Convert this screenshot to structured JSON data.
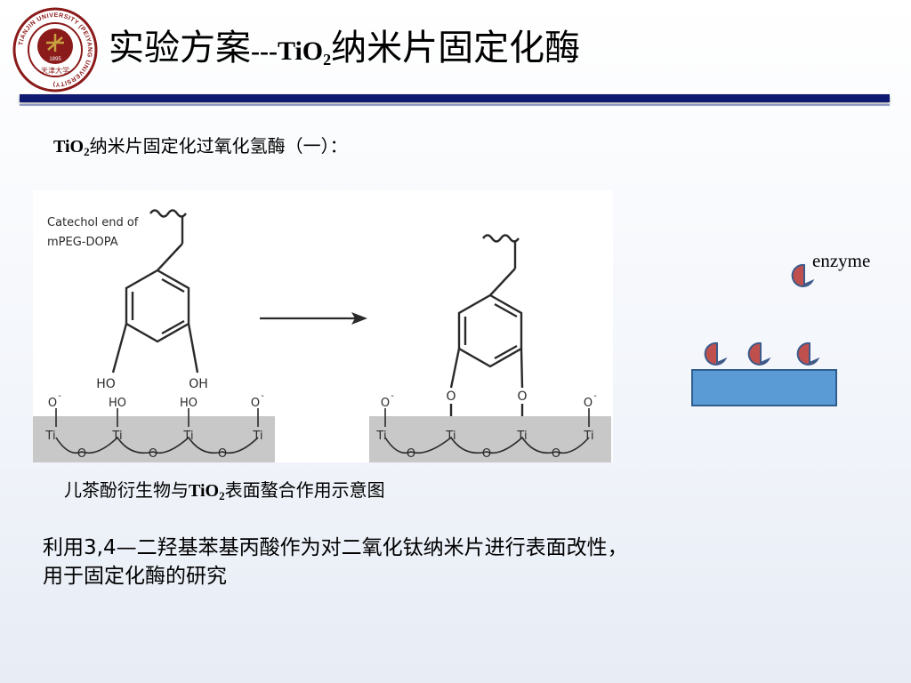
{
  "logo": {
    "icon": "university-seal-icon",
    "ring_text": "TIANJIN UNIVERSITY (PEIYANG UNIVERSITY)",
    "center_year": "1895",
    "bottom_text": "天津大学",
    "colors": {
      "primary": "#8b1a1a",
      "accent": "#c9a040"
    }
  },
  "title": {
    "cn": "实验方案",
    "dash": "---",
    "formula_base": "TiO",
    "formula_sub": "2",
    "rest": "纳米片固定化酶"
  },
  "subheading": {
    "formula_base": "TiO",
    "formula_sub": "2",
    "rest": "纳米片固定化过氧化氢酶（一）："
  },
  "figure": {
    "label_line1": "Catechol end of",
    "label_line2": "mPEG-DOPA",
    "atoms": {
      "ti": "Ti",
      "o_bridge": "O",
      "o_minus": "O",
      "minus": "-",
      "ho": "HO",
      "oh": "OH",
      "o_bound": "O"
    },
    "colors": {
      "surface": "#c8c8c8",
      "bond": "#2a2a2a"
    }
  },
  "caption": {
    "pre": "儿茶酚衍生物与",
    "formula_base": "TiO",
    "formula_sub": "2",
    "post": "表面螯合作用示意图"
  },
  "body": {
    "line1": "利用3,4—二羟基苯基丙酸作为对二氧化钛纳米片进行表面改性，",
    "line2": "用于固定化酶的研究"
  },
  "enzyme_diagram": {
    "label": "enzyme",
    "colors": {
      "enzyme": "#c0504d",
      "enzyme_stroke": "#3c5a8a",
      "support": "#5b9bd5",
      "support_stroke": "#2e5e8e"
    }
  },
  "colors": {
    "rule": "#101a72",
    "rule_light": "#8f97c4"
  }
}
